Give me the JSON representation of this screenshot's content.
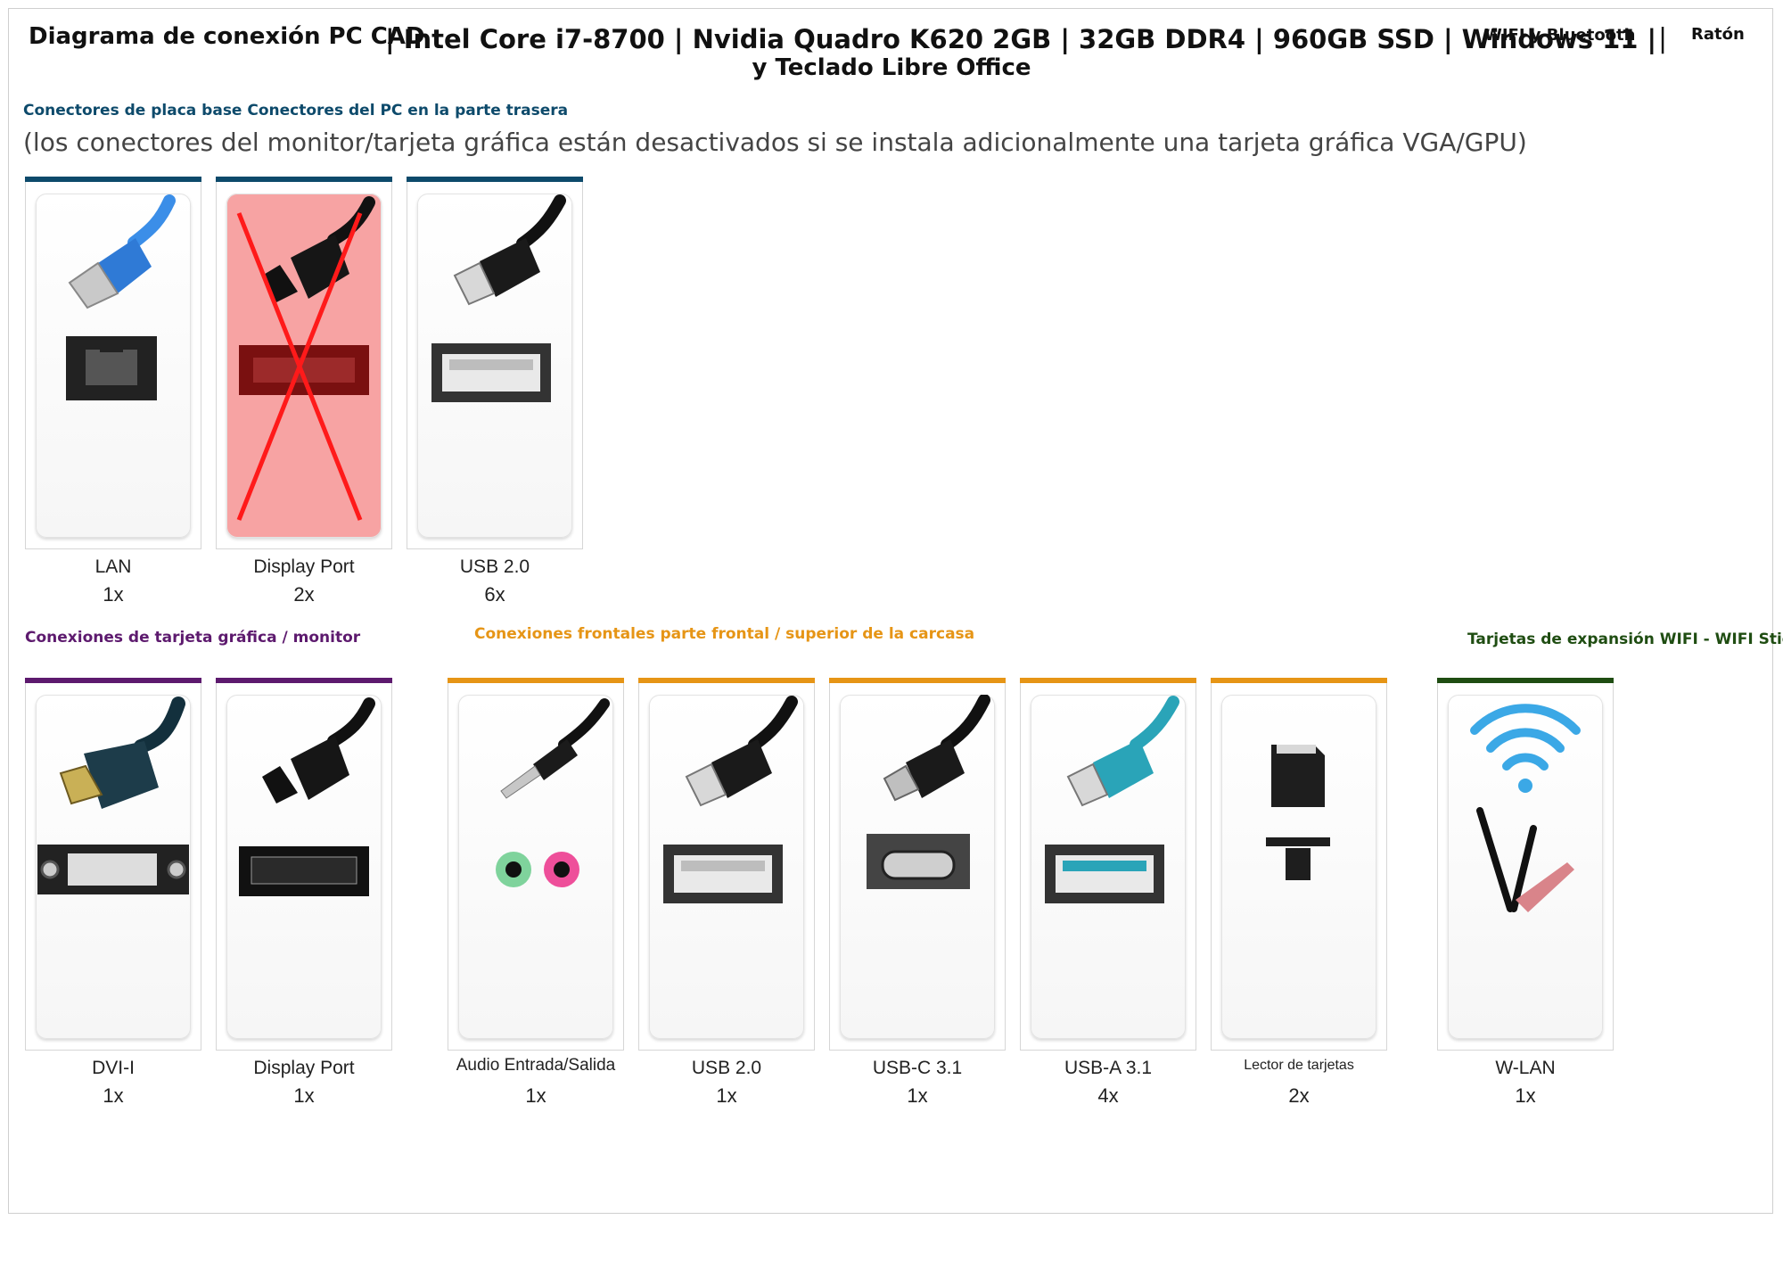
{
  "header": {
    "title": "Diagrama de conexión PC CAD",
    "specs_line1": "| Intel Core i7-8700 | Nvidia Quadro K620 2GB | 32GB DDR4 | 960GB SSD | Windows 11 |",
    "specs_line2": "y Teclado Libre Office",
    "wifi": "WIFI y Bluetooth",
    "separator": "|",
    "mouse": "Ratón"
  },
  "sections": {
    "motherboard": "Conectores de placa base Conectores del PC en la parte trasera",
    "motherboard_note": "(los conectores del monitor/tarjeta gráfica están desactivados si se instala adicionalmente una tarjeta gráfica VGA/GPU)",
    "gpu": "Conexiones de tarjeta gráfica / monitor",
    "front": "Conexiones frontales parte frontal / superior de la carcasa",
    "expansion": "Tarjetas de expansión WIFI - WIFI Stic"
  },
  "colors": {
    "motherboard": "#0d4a6b",
    "gpu": "#5d1a6e",
    "front": "#e69516",
    "expansion": "#1f4d12",
    "blocked": "#f7a3a3",
    "cross": "#ff1a1a"
  },
  "cards": [
    {
      "id": "lan",
      "label": "LAN",
      "count": "1x",
      "icon": "ethernet-cable-icon",
      "group": "motherboard"
    },
    {
      "id": "dp-mb",
      "label": "Display Port",
      "count": "2x",
      "icon": "displayport-crossed-icon",
      "group": "motherboard",
      "disabled": true
    },
    {
      "id": "usb2-mb",
      "label": "USB 2.0",
      "count": "6x",
      "icon": "usb-a-cable-icon",
      "group": "motherboard"
    },
    {
      "id": "dvi",
      "label": "DVI-I",
      "count": "1x",
      "icon": "dvi-cable-icon",
      "group": "gpu"
    },
    {
      "id": "dp-gpu",
      "label": "Display Port",
      "count": "1x",
      "icon": "displayport-cable-icon",
      "group": "gpu"
    },
    {
      "id": "audio",
      "label": "Audio Entrada/Salida",
      "count": "1x",
      "icon": "audio-jack-icon",
      "group": "front"
    },
    {
      "id": "usb2-front",
      "label": "USB 2.0",
      "count": "1x",
      "icon": "usb-a-cable-icon",
      "group": "front"
    },
    {
      "id": "usbc",
      "label": "USB-C 3.1",
      "count": "1x",
      "icon": "usb-c-cable-icon",
      "group": "front"
    },
    {
      "id": "usba31",
      "label": "USB-A 3.1",
      "count": "4x",
      "icon": "usb-a-blue-cable-icon",
      "group": "front"
    },
    {
      "id": "cardreader",
      "label": "Lector de tarjetas",
      "count": "2x",
      "icon": "sd-card-icon",
      "group": "front"
    },
    {
      "id": "wlan",
      "label": "W-LAN",
      "count": "1x",
      "icon": "wifi-card-icon",
      "group": "expansion"
    }
  ]
}
